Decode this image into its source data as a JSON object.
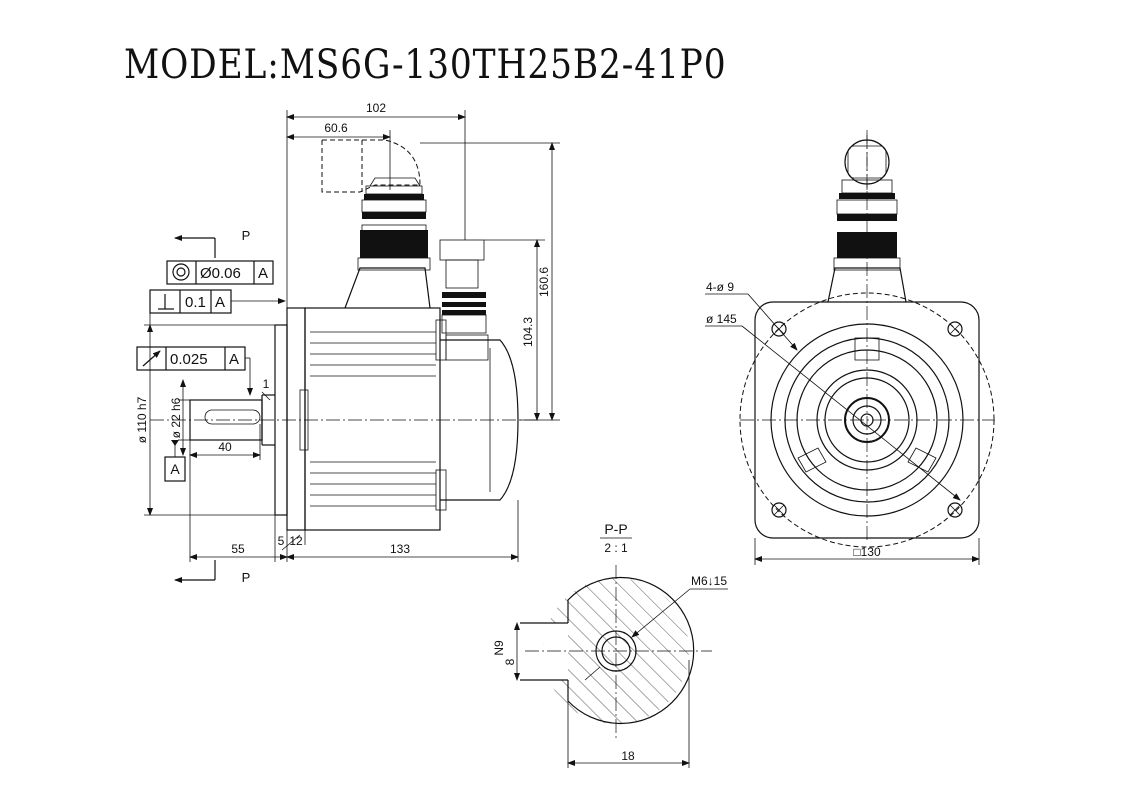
{
  "title": "MODEL:MS6G-130TH25B2-41P0",
  "side_view": {
    "dims": {
      "overall_top": "102",
      "connector_offset": "60.6",
      "height_total": "160.6",
      "height_to_axis": "104.3",
      "flange_dia": "ø 110 h7",
      "shaft_dia": "ø 22 h6",
      "shaft_key_len": "40",
      "shaft_len": "55",
      "flange_a": "5",
      "flange_b": "12",
      "body_len": "133",
      "chamfer": "1"
    },
    "section_mark_top": "P",
    "section_mark_bottom": "P",
    "tolerances": [
      {
        "value": "Ø0.06",
        "datum": "A"
      },
      {
        "value": "0.1",
        "datum": "A"
      },
      {
        "value": "0.025",
        "datum": "A"
      }
    ],
    "datum_label": "A"
  },
  "front_view": {
    "holes": "4-ø 9",
    "pcd": "ø 145",
    "flange_square": "□130"
  },
  "section_view": {
    "label": "P-P",
    "scale": "2 : 1",
    "thread": "M6↓15",
    "key_width": "N9",
    "key_depth": "8",
    "shaft_height": "18"
  }
}
